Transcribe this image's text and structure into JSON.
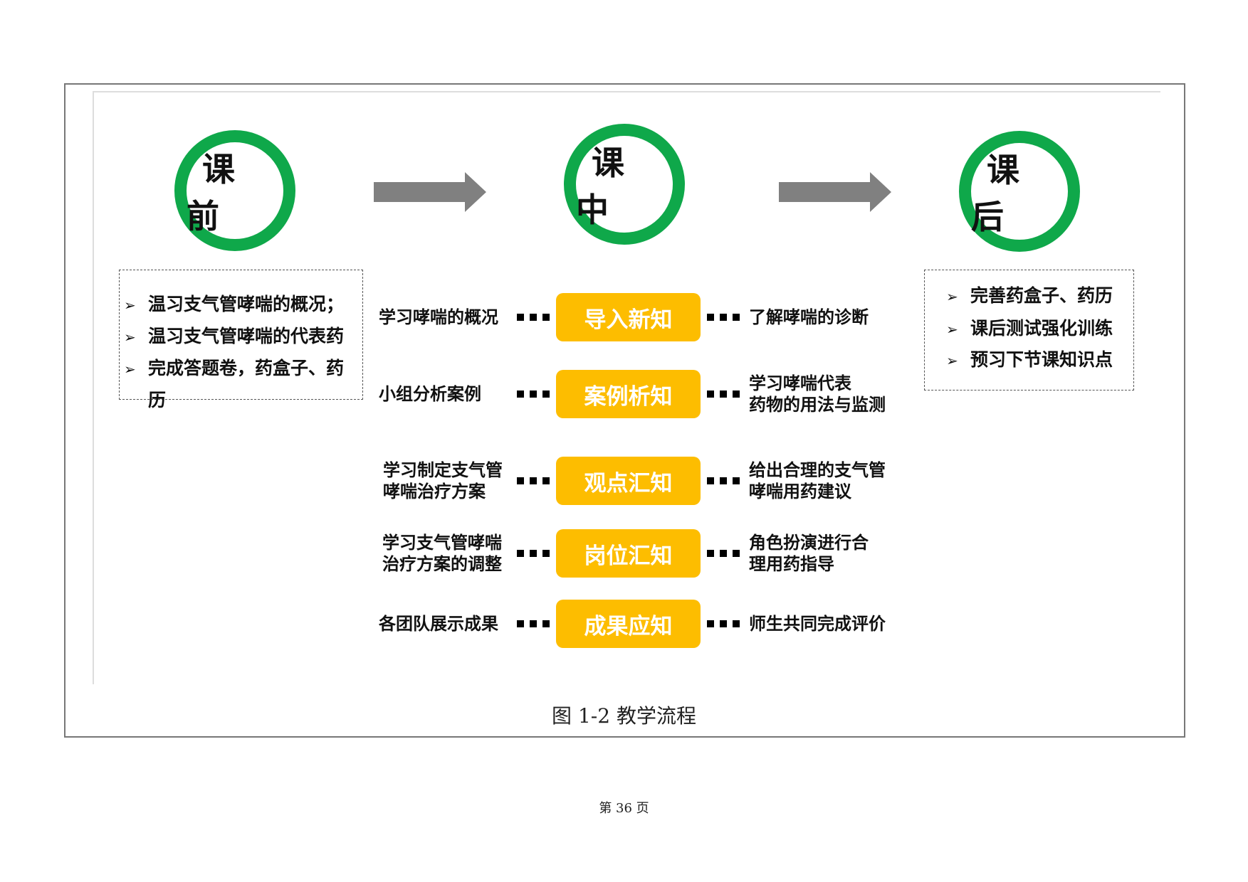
{
  "stages": {
    "before": "课前",
    "during": "课中",
    "after": "课后"
  },
  "before_list": [
    "温习支气管哮喘的概况；",
    "温习支气管哮喘的代表药",
    "完成答题卷，药盒子、药",
    "历"
  ],
  "after_list": [
    "完善药盒子、药历",
    "课后测试强化训练",
    "预习下节课知识点"
  ],
  "rows": [
    {
      "left": [
        "学习哮喘的概况"
      ],
      "center": "导入新知",
      "right": [
        "了解哮喘的诊断"
      ]
    },
    {
      "left": [
        "小组分析案例"
      ],
      "center": "案例析知",
      "right": [
        "学习哮喘代表",
        "药物的用法与监测"
      ]
    },
    {
      "left": [
        "学习制定支气管",
        "哮喘治疗方案"
      ],
      "center": "观点汇知",
      "right": [
        "给出合理的支气管",
        "哮喘用药建议"
      ]
    },
    {
      "left": [
        "学习支气管哮喘",
        "治疗方案的调整"
      ],
      "center": "岗位汇知",
      "right": [
        "角色扮演进行合",
        "理用药指导"
      ]
    },
    {
      "left": [
        "各团队展示成果"
      ],
      "center": "成果应知",
      "right": [
        "师生共同完成评价"
      ]
    }
  ],
  "caption": "图 1-2  教学流程",
  "page_number": "第 36 页",
  "colors": {
    "green": "#0fa84a",
    "orange": "#fdbd00",
    "arrow": "#808080"
  }
}
